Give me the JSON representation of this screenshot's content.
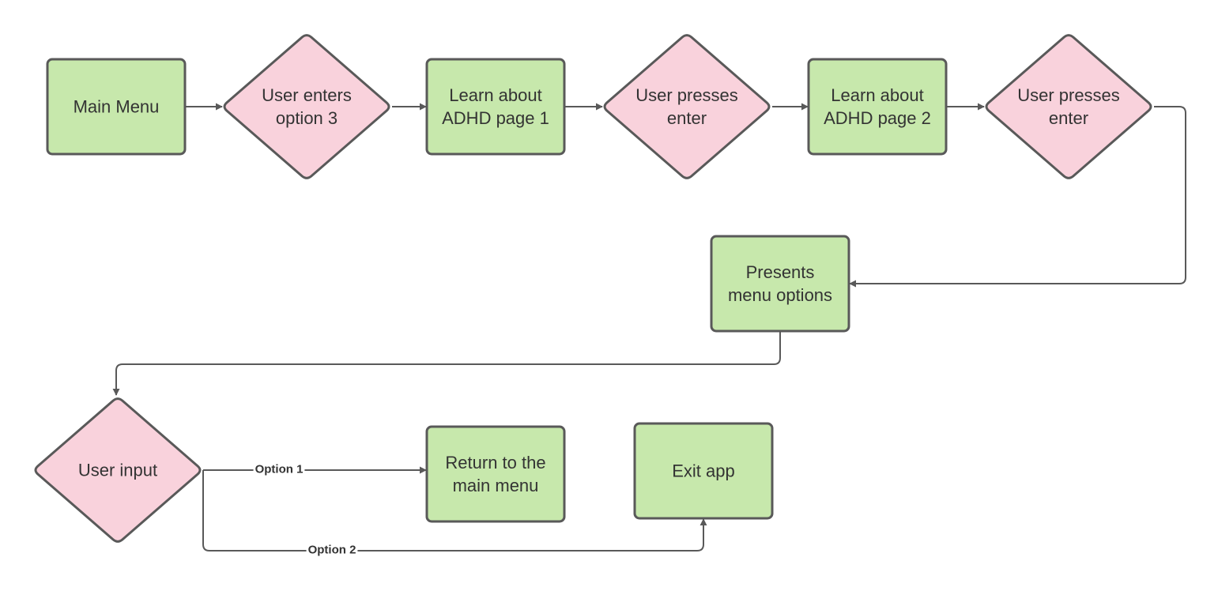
{
  "diagram": {
    "nodes": [
      {
        "id": "main-menu",
        "kind": "process",
        "lines": [
          "Main Menu"
        ]
      },
      {
        "id": "user-enters-option-3",
        "kind": "decision",
        "lines": [
          "User enters",
          "option 3"
        ]
      },
      {
        "id": "learn-page-1",
        "kind": "process",
        "lines": [
          "Learn about",
          "ADHD page 1"
        ]
      },
      {
        "id": "user-presses-enter-1",
        "kind": "decision",
        "lines": [
          "User presses",
          "enter"
        ]
      },
      {
        "id": "learn-page-2",
        "kind": "process",
        "lines": [
          "Learn about",
          "ADHD page 2"
        ]
      },
      {
        "id": "user-presses-enter-2",
        "kind": "decision",
        "lines": [
          "User presses",
          "enter"
        ]
      },
      {
        "id": "presents-menu-options",
        "kind": "process",
        "lines": [
          "Presents",
          "menu options"
        ]
      },
      {
        "id": "user-input",
        "kind": "decision",
        "lines": [
          "User input"
        ]
      },
      {
        "id": "return-main-menu",
        "kind": "process",
        "lines": [
          "Return to the",
          "main menu"
        ]
      },
      {
        "id": "exit-app",
        "kind": "process",
        "lines": [
          "Exit app"
        ]
      }
    ],
    "edges": [
      {
        "id": "e1",
        "from": "main-menu",
        "to": "user-enters-option-3",
        "label": ""
      },
      {
        "id": "e2",
        "from": "user-enters-option-3",
        "to": "learn-page-1",
        "label": ""
      },
      {
        "id": "e3",
        "from": "learn-page-1",
        "to": "user-presses-enter-1",
        "label": ""
      },
      {
        "id": "e4",
        "from": "user-presses-enter-1",
        "to": "learn-page-2",
        "label": ""
      },
      {
        "id": "e5",
        "from": "learn-page-2",
        "to": "user-presses-enter-2",
        "label": ""
      },
      {
        "id": "e6",
        "from": "user-presses-enter-2",
        "to": "presents-menu-options",
        "label": ""
      },
      {
        "id": "e7",
        "from": "presents-menu-options",
        "to": "user-input",
        "label": ""
      },
      {
        "id": "e8",
        "from": "user-input",
        "to": "return-main-menu",
        "label": "Option 1"
      },
      {
        "id": "e9",
        "from": "user-input",
        "to": "exit-app",
        "label": "Option 2"
      }
    ],
    "colors": {
      "process_fill": "#c7e8ac",
      "decision_fill": "#f9d2dc",
      "stroke": "#595959",
      "text": "#333333"
    }
  }
}
